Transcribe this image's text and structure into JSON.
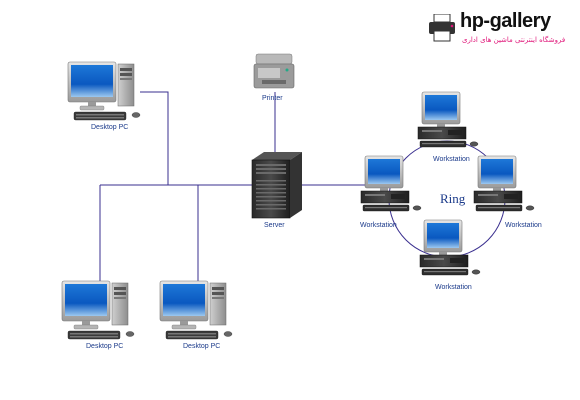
{
  "logo": {
    "title": "hp-gallery",
    "subtitle": "فروشگاه اینترنتی ماشین های اداری",
    "accent": "#e0177a"
  },
  "nodes": {
    "desktop_top": {
      "label": "Desktop PC",
      "icon": "desktop-pc-icon"
    },
    "desktop_bottom_left": {
      "label": "Desktop PC",
      "icon": "desktop-pc-icon"
    },
    "desktop_bottom_right": {
      "label": "Desktop PC",
      "icon": "desktop-pc-icon"
    },
    "printer": {
      "label": "Printer",
      "icon": "printer-icon"
    },
    "server": {
      "label": "Server",
      "icon": "server-icon"
    },
    "ws_top": {
      "label": "Workstation",
      "icon": "workstation-icon"
    },
    "ws_left": {
      "label": "Workstation",
      "icon": "workstation-icon"
    },
    "ws_right": {
      "label": "Workstation",
      "icon": "workstation-icon"
    },
    "ws_bottom": {
      "label": "Workstation",
      "icon": "workstation-icon"
    }
  },
  "ring_label": "Ring",
  "colors": {
    "line": "#3a2f8f",
    "label": "#1b3a8a"
  }
}
